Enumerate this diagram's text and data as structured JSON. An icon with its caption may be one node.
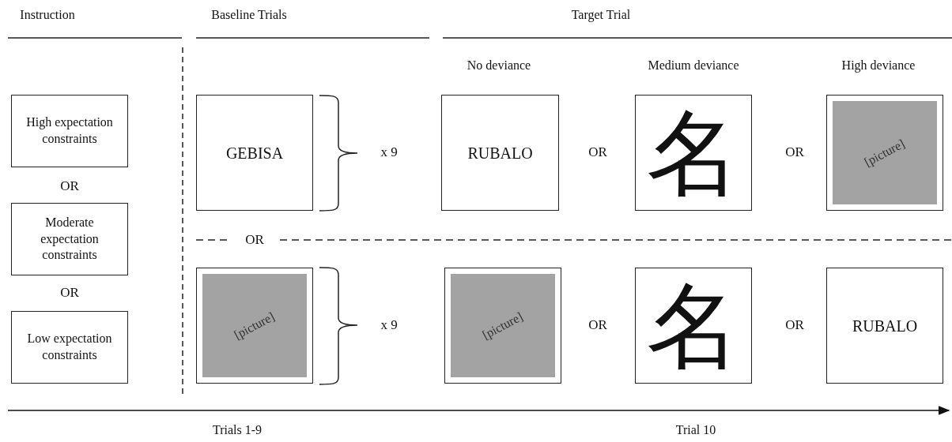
{
  "diagram": {
    "nodes": [
      {
        "text": [
          "High expectation constraints"
        ]
      },
      {
        "text": [
          "Moderate expectation constraints"
        ]
      },
      {
        "text": [
          "Low expectation constraints"
        ]
      },
      {
        "text": [
          "GEBISA"
        ]
      },
      {
        "text": [
          "RUBALO"
        ]
      },
      {
        "text": [
          "名"
        ]
      },
      {
        "text": [
          "[picture]"
        ]
      },
      {
        "text": [
          "[picture]"
        ]
      },
      {
        "text": [
          "[picture]"
        ]
      },
      {
        "text": [
          "名"
        ]
      },
      {
        "text": [
          "RUBALO"
        ]
      }
    ],
    "edges": [],
    "labels": [
      "Instruction",
      "Baseline Trials",
      "Target Trial",
      "No deviance",
      "Medium deviance",
      "High deviance",
      "x 9",
      "OR",
      "OR",
      "OR",
      "OR",
      "OR",
      "x 9",
      "OR",
      "OR",
      "Trials 1-9",
      "Trial 10"
    ]
  }
}
